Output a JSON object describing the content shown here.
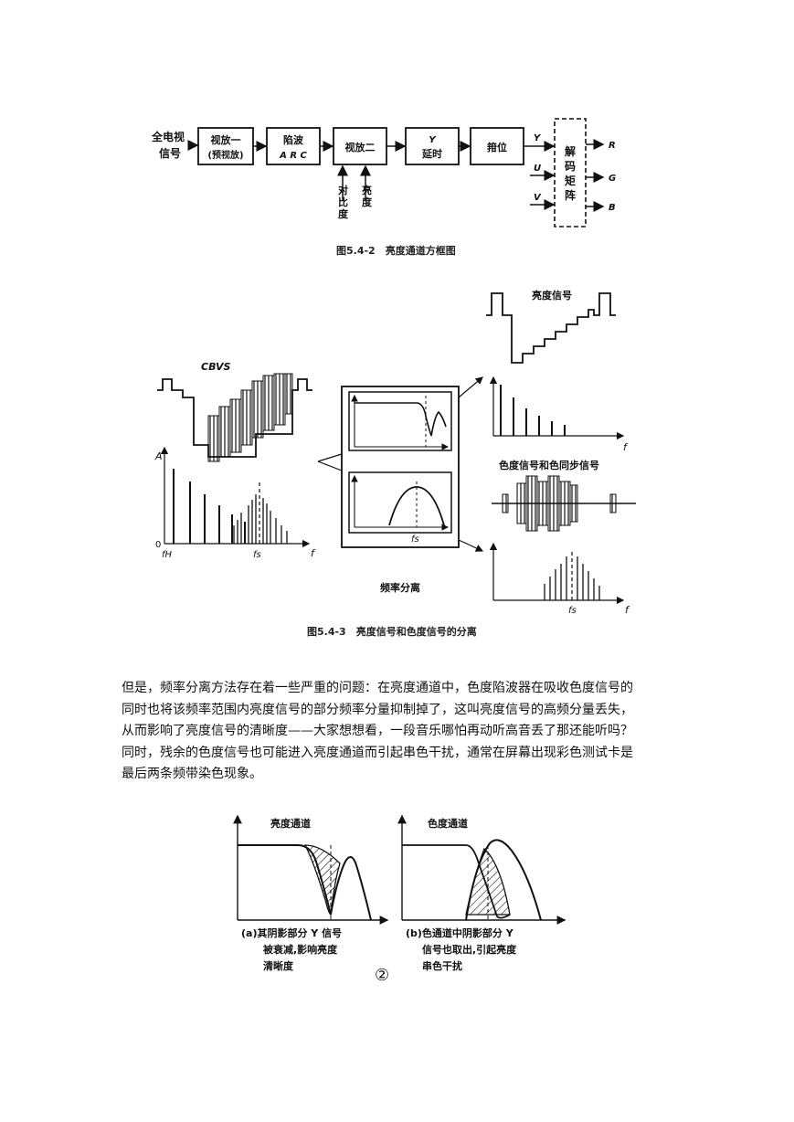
{
  "figure1": {
    "input_label": [
      "全电视",
      "信号"
    ],
    "blocks": [
      {
        "line1": "视放一",
        "line2": "(预视放)"
      },
      {
        "line1": "陷波",
        "line2": "A R C"
      },
      {
        "line1": "视放二",
        "line2": ""
      },
      {
        "line1": "Y",
        "line2": "延时"
      },
      {
        "line1": "箝位",
        "line2": ""
      }
    ],
    "contrast_label": "对比度",
    "brightness_label": "亮度",
    "y_label": "Y",
    "u_label": "U",
    "v_label": "V",
    "matrix_label": [
      "解",
      "码",
      "矩",
      "阵"
    ],
    "outputs": [
      "R",
      "G",
      "B"
    ],
    "caption": "图5.4-2　亮度通道方框图"
  },
  "figure2": {
    "cbvs_label": "CBVS",
    "a_axis": "A",
    "zero_label": "0",
    "fh_label": "fH",
    "fs_label": "fs",
    "f_label": "f",
    "luma_signal_label": "亮度信号",
    "chroma_signal_label": "色度信号和色同步信号",
    "freq_sep_label": "频率分离",
    "caption": "图5.4-3　亮度信号和色度信号的分离"
  },
  "paragraph": [
    "但是，频率分离方法存在着一些严重的问题：在亮度通道中，色度陷波器在吸收色度信号的",
    "同时也将该频率范围内亮度信号的部分频率分量抑制掉了，这叫亮度信号的高频分量丢失，",
    "从而影响了亮度信号的清晰度——大家想想看，一段音乐哪怕再动听高音丢了那还能听吗？",
    "同时，残余的色度信号也可能进入亮度通道而引起串色干扰，通常在屏幕出现彩色测试卡是",
    "最后两条频带染色现象。"
  ],
  "figure3": {
    "left_title": "亮度通道",
    "right_title": "色度通道",
    "left_caption": [
      "(a)其阴影部分 Y 信号",
      "被衰减,影响亮度",
      "清晰度"
    ],
    "right_caption": [
      "(b)色通道中阴影部分 Y",
      "信号也取出,引起亮度",
      "串色干扰"
    ],
    "circle_number": "②"
  }
}
